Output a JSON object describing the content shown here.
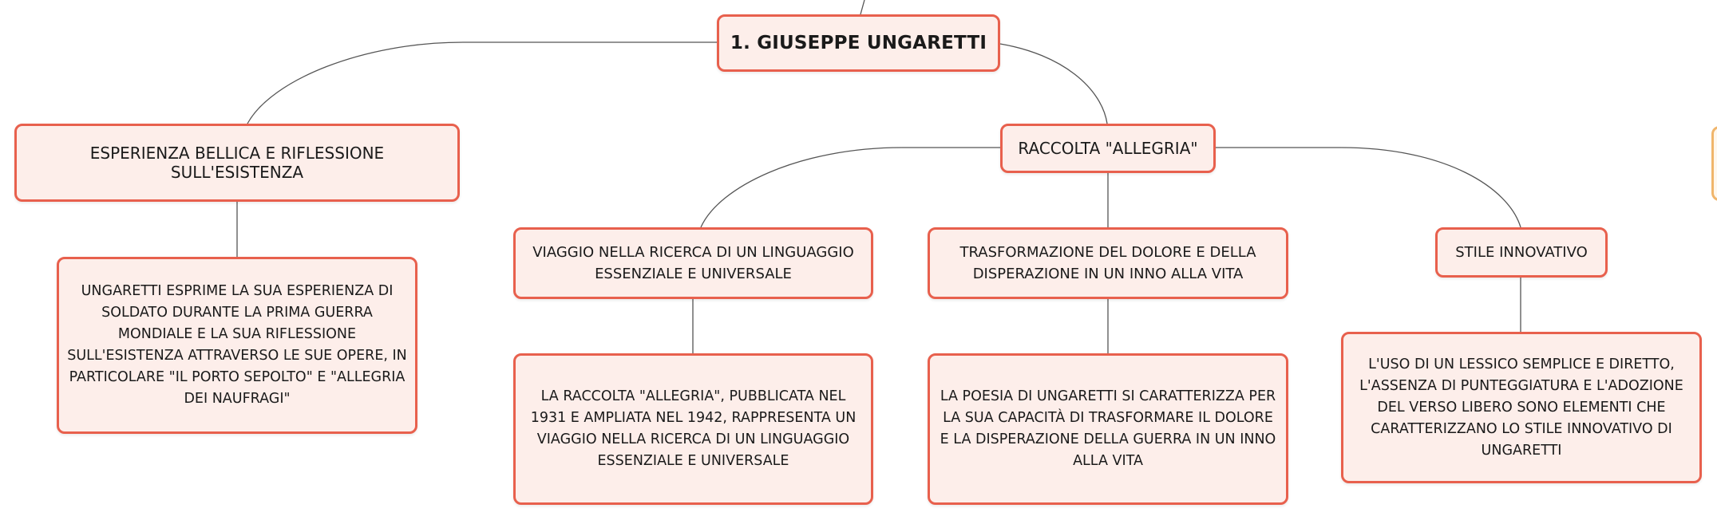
{
  "root": {
    "label": "1. GIUSEPPE UNGARETTI"
  },
  "branches": {
    "esperienza": {
      "label": "ESPERIENZA BELLICA E RIFLESSIONE SULL'ESISTENZA",
      "detail": "UNGARETTI ESPRIME LA SUA ESPERIENZA DI SOLDATO DURANTE LA PRIMA GUERRA MONDIALE E LA SUA RIFLESSIONE SULL'ESISTENZA ATTRAVERSO LE SUE OPERE, IN PARTICOLARE \"IL PORTO SEPOLTO\" E \"ALLEGRIA DEI NAUFRAGI\""
    },
    "allegria": {
      "label": "RACCOLTA \"ALLEGRIA\"",
      "children": {
        "viaggio": {
          "label": "VIAGGIO NELLA RICERCA DI UN LINGUAGGIO ESSENZIALE E UNIVERSALE",
          "detail": "LA RACCOLTA \"ALLEGRIA\", PUBBLICATA NEL 1931 E AMPLIATA NEL 1942, RAPPRESENTA UN VIAGGIO NELLA RICERCA DI UN LINGUAGGIO ESSENZIALE E UNIVERSALE"
        },
        "trasformazione": {
          "label": "TRASFORMAZIONE DEL DOLORE E DELLA DISPERAZIONE IN UN INNO ALLA VITA",
          "detail": "LA POESIA DI UNGARETTI SI CARATTERIZZA PER LA SUA CAPACITÀ DI TRASFORMARE IL DOLORE E LA DISPERAZIONE DELLA GUERRA IN UN INNO ALLA VITA"
        },
        "stile": {
          "label": "STILE INNOVATIVO",
          "detail": "L'USO DI UN LESSICO SEMPLICE E DIRETTO, L'ASSENZA DI PUNTEGGIATURA E L'ADOZIONE DEL VERSO LIBERO SONO ELEMENTI CHE CARATTERIZZANO LO STILE INNOVATIVO DI UNGARETTI"
        }
      }
    }
  },
  "colors": {
    "border": "#e8604d",
    "fill": "#fdeeea",
    "connector": "#555555",
    "side_tab": "#f0b56b"
  }
}
